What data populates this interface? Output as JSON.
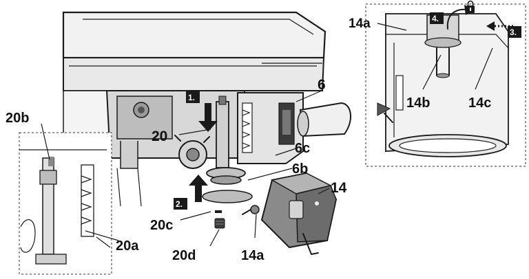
{
  "labels": {
    "l_14a_top": "14a",
    "l_14b": "14b",
    "l_14c": "14c",
    "l_6": "6",
    "l_20b": "20b",
    "l_20": "20",
    "l_6c": "6c",
    "l_6b": "6b",
    "l_14": "14",
    "l_20c": "20c",
    "l_20a": "20a",
    "l_20d": "20d",
    "l_14a_bottom": "14a"
  },
  "steps": {
    "s1": "1.",
    "s2": "2.",
    "s3": "3.",
    "s4": "4."
  },
  "colors": {
    "ink": "#1a1a1a",
    "body_gray": "#c9c9c9",
    "light_gray": "#e6e6e6",
    "dark_gray": "#6e6e6e"
  },
  "icons": {
    "lock": "lock-icon"
  }
}
